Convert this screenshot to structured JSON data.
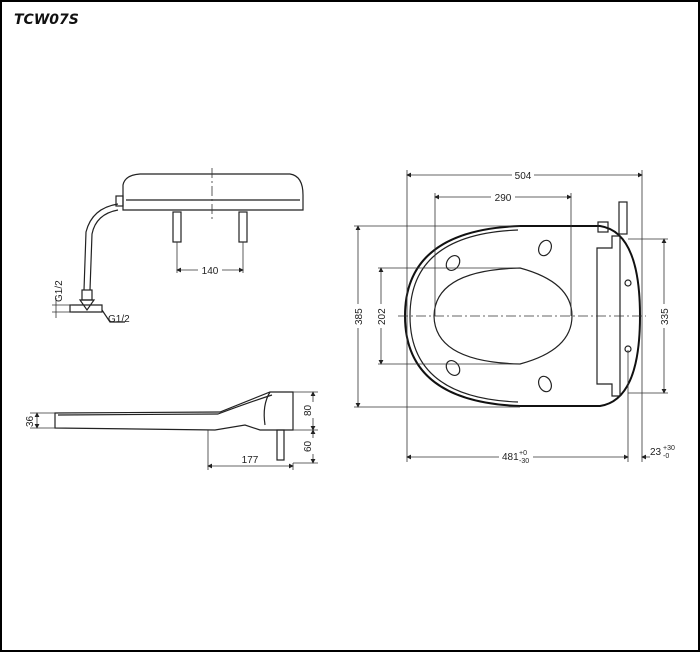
{
  "title": "TCW07S",
  "dimensions": {
    "top_lid_peg_spacing": "140",
    "thread_vertical": "G1/2",
    "thread_horizontal": "G1/2",
    "side_thickness": "36",
    "side_body_height": "80",
    "side_peg_height": "60",
    "side_peg_offset": "177",
    "overall_length": "504",
    "hole_spacing_width": "290",
    "overall_width": "385",
    "hole_spacing_depth": "202",
    "rear_width": "335",
    "seat_length": "481",
    "seat_length_tol_upper": "+0",
    "seat_length_tol_lower": "-30",
    "rear_offset": "23",
    "rear_offset_tol_upper": "+30",
    "rear_offset_tol_lower": "-0"
  }
}
